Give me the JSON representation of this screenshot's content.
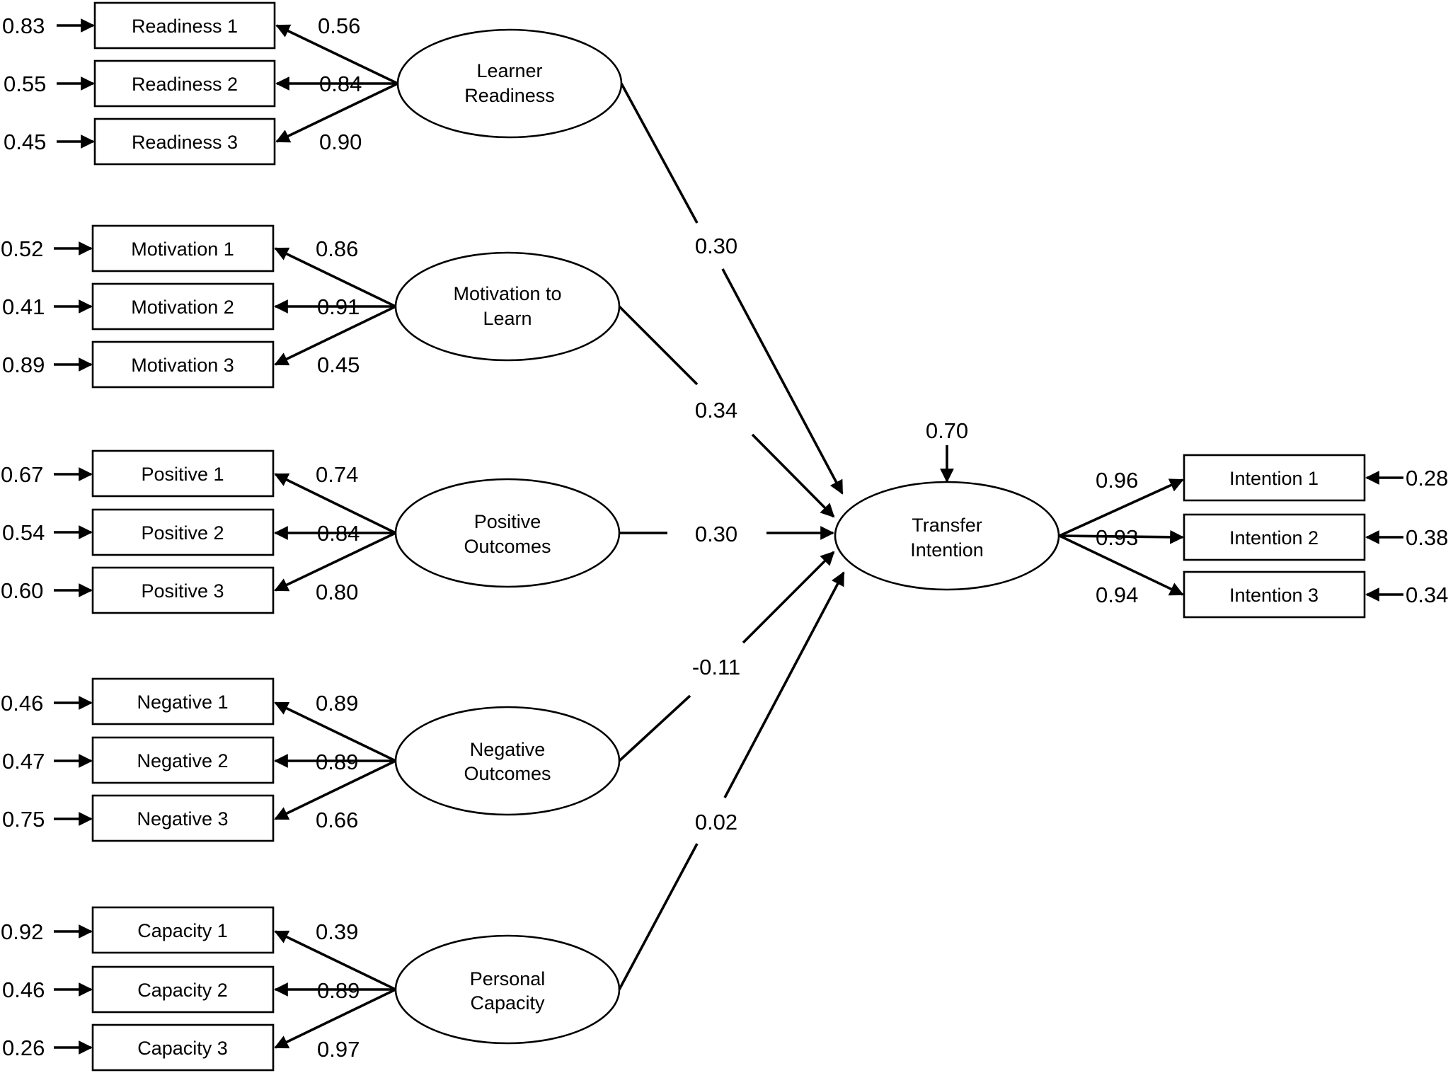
{
  "indicators": {
    "r1": {
      "label": "Readiness 1",
      "error": "0.83",
      "loading": "0.56"
    },
    "r2": {
      "label": "Readiness 2",
      "error": "0.55",
      "loading": "0.84"
    },
    "r3": {
      "label": "Readiness 3",
      "error": "0.45",
      "loading": "0.90"
    },
    "m1": {
      "label": "Motivation 1",
      "error": "0.52",
      "loading": "0.86"
    },
    "m2": {
      "label": "Motivation 2",
      "error": "0.41",
      "loading": "0.91"
    },
    "m3": {
      "label": "Motivation 3",
      "error": "0.89",
      "loading": "0.45"
    },
    "p1": {
      "label": "Positive 1",
      "error": "0.67",
      "loading": "0.74"
    },
    "p2": {
      "label": "Positive 2",
      "error": "0.54",
      "loading": "0.84"
    },
    "p3": {
      "label": "Positive 3",
      "error": "0.60",
      "loading": "0.80"
    },
    "n1": {
      "label": "Negative 1",
      "error": "0.46",
      "loading": "0.89"
    },
    "n2": {
      "label": "Negative 2",
      "error": "0.47",
      "loading": "0.89"
    },
    "n3": {
      "label": "Negative 3",
      "error": "0.75",
      "loading": "0.66"
    },
    "c1": {
      "label": "Capacity 1",
      "error": "0.92",
      "loading": "0.39"
    },
    "c2": {
      "label": "Capacity 2",
      "error": "0.46",
      "loading": "0.89"
    },
    "c3": {
      "label": "Capacity 3",
      "error": "0.26",
      "loading": "0.97"
    },
    "i1": {
      "label": "Intention 1",
      "error": "0.28",
      "loading": "0.96"
    },
    "i2": {
      "label": "Intention 2",
      "error": "0.38",
      "loading": "0.93"
    },
    "i3": {
      "label": "Intention 3",
      "error": "0.34",
      "loading": "0.94"
    }
  },
  "latents": {
    "lr": {
      "line1": "Learner",
      "line2": "Readiness"
    },
    "ml": {
      "line1": "Motivation to",
      "line2": "Learn"
    },
    "po": {
      "line1": "Positive",
      "line2": "Outcomes"
    },
    "no": {
      "line1": "Negative",
      "line2": "Outcomes"
    },
    "pc": {
      "line1": "Personal",
      "line2": "Capacity"
    },
    "ti": {
      "line1": "Transfer",
      "line2": "Intention",
      "disturbance": "0.70"
    }
  },
  "paths": {
    "lr": "0.30",
    "ml": "0.34",
    "po": "0.30",
    "no": "-0.11",
    "pc": "0.02"
  }
}
